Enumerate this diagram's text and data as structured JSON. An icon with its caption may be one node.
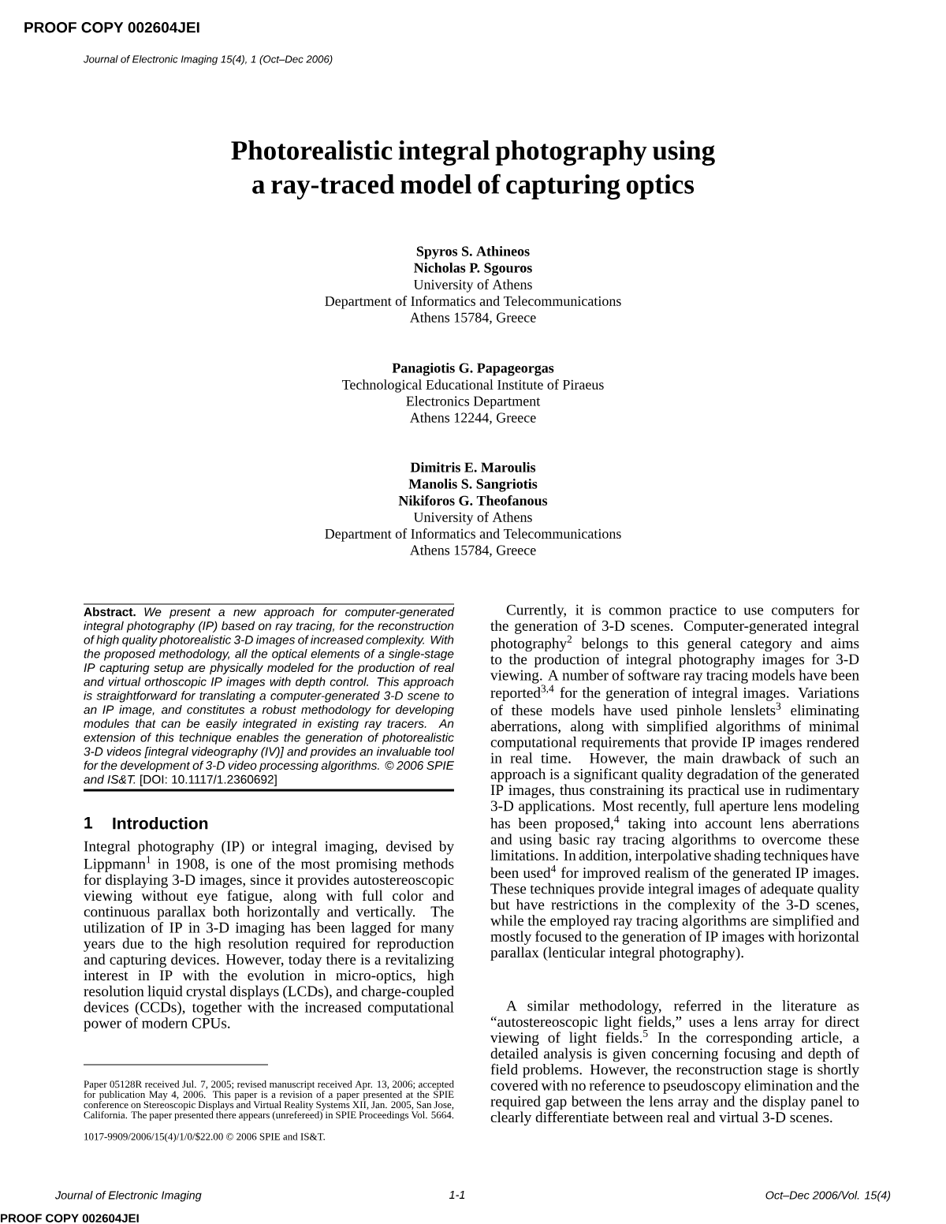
{
  "diagram": {
    "title": "Photorealistic integral photography using a ray-traced model of capturing optics",
    "labels": [
      "PROOF COPY 002604JEI",
      "Journal of Electronic Imaging 15(4), 1 (Oct–Dec 2006)",
      "Spyros S. Athineos",
      "Nicholas P. Sgouros",
      "University of Athens",
      "Department of Informatics and Telecommunications",
      "Athens 15784, Greece",
      "Panagiotis G. Papageorgas",
      "Technological Educational Institute of Piraeus",
      "Electronics Department",
      "Athens 12244, Greece",
      "Dimitris E. Maroulis",
      "Manolis S. Sangriotis",
      "Nikiforos G. Theofanous",
      "University of Athens",
      "Department of Informatics and Telecommunications",
      "Athens 15784, Greece",
      "Abstract.",
      "We present a new approach for computer-generated integral photography (IP) based on ray tracing, for the reconstruction of high quality photorealistic 3-D images of increased complexity. With the proposed methodology, all the optical elements of a single-stage IP capturing setup are physically modeled for the production of real and virtual orthoscopic IP images with depth control. This approach is straightforward for translating a computer-generated 3-D scene to an IP image, and constitutes a robust methodology for developing modules that can be easily integrated in existing ray tracers. An extension of this technique enables the generation of photorealistic 3-D videos [integral videography (IV)] and provides an invaluable tool for the development of 3-D video processing algorithms. © 2006 SPIE and IS&T.",
      "[DOI: 10.1117/1.2360692]",
      "1",
      "Introduction",
      "Integral photography (IP) or integral imaging, devised by Lippmann$^{1}$ in 1908, is one of the most promising methods for displaying 3-D images, since it provides autostereoscopic viewing without eye fatigue, along with full color and continuous parallax both horizontally and vertically. The utilization of IP in 3-D imaging has been lagged for many years due to the high resolution required for reproduction and capturing devices. However, today there is a revitalizing interest in IP with the evolution in micro-optics, high resolution liquid crystal displays (LCDs), and charge-coupled devices (CCDs), together with the increased computational power of modern CPUs.",
      "Paper 05128R received Jul. 7, 2005; revised manuscript received Apr. 13, 2006; accepted for publication May 4, 2006. This paper is a revision of a paper presented at the SPIE conference on Stereoscopic Displays and Virtual Reality Systems XII, Jan. 2005, San Jose, California. The paper presented there appears (unrefereed) in SPIE Proceedings Vol. 5664.",
      "1017-9909/2006/15(4)/1/0/$22.00 © 2006 SPIE and IS&T.",
      "Currently, it is common practice to use computers for the generation of 3-D scenes. Computer-generated integral photography$^{2}$ belongs to this general category and aims to the production of integral photography images for 3-D viewing. A number of software ray tracing models have been reported$^{3,4}$ for the generation of integral images. Variations of these models have used pinhole lenslets$^{3}$ eliminating aberrations, along with simplified algorithms of minimal computational requirements that provide IP images rendered in real time. However, the main drawback of such an approach is a significant quality degradation of the generated IP images, thus constraining its practical use in rudimentary 3-D applications. Most recently, full aperture lens modeling has been proposed,$^{4}$ taking into account lens aberrations and using basic ray tracing algorithms to overcome these limitations. In addition, interpolative shading techniques have been used$^{4}$ for improved realism of the generated IP images. These techniques provide integral images of adequate quality but have restrictions in the complexity of the 3-D scenes, while the employed ray tracing algorithms are simplified and mostly focused to the generation of IP images with horizontal parallax (lenticular integral photography).",
      "A similar methodology, referred in the literature as “autostereoscopic light fields,” uses a lens array for direct viewing of light fields.$^{5}$ In the corresponding article, a detailed analysis is given concerning focusing and depth of field problems. However, the reconstruction stage is shortly covered with no reference to pseudoscopy elimination and the required gap between the lens array and the display panel to clearly differentiate between real and virtual 3-D scenes.",
      "Journal of Electronic Imaging",
      "1-1",
      "Oct–Dec 2006/Vol. 15(4)",
      "PROOF COPY 002604JEI"
    ]
  }
}
